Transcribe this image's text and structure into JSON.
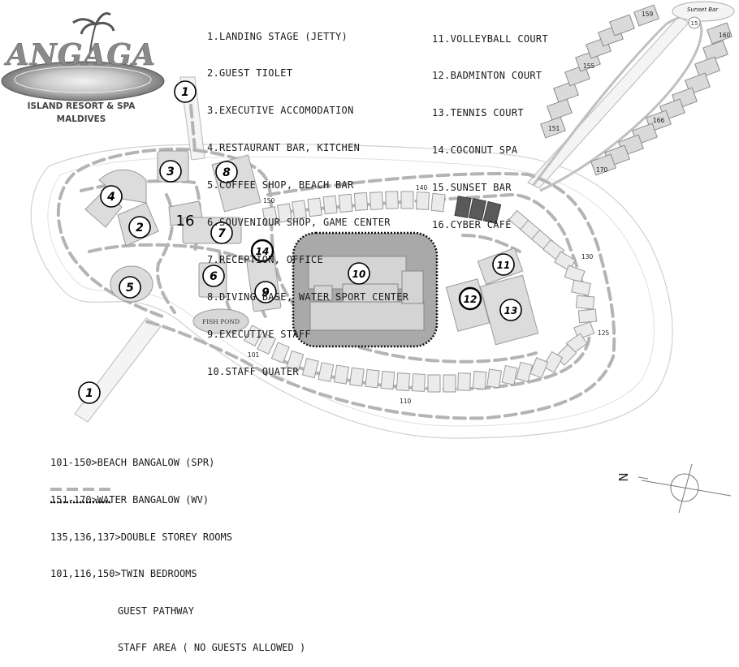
{
  "resort": {
    "logo_text": "ANGAGA",
    "name": "ISLAND RESORT & SPA",
    "country": "MALDIVES"
  },
  "legend_left": [
    "1.LANDING STAGE (JETTY)",
    "2.GUEST TIOLET",
    "3.EXECUTIVE ACCOMODATION",
    "4.RESTAURANT BAR, KITCHEN",
    "5.COFFEE SHOP, BEACH BAR",
    "6.SOUVENIOUR SHOP, GAME CENTER",
    "7.RECEPTION, OFFICE",
    "8.DIVING BASE, WATER SPORT CENTER",
    "9.EXECUTIVE STAFF",
    "10.STAFF QUATER"
  ],
  "legend_right": [
    "11.VOLLEYBALL COURT",
    "12.BADMINTON COURT",
    "13.TENNIS COURT",
    "14.COCONUT SPA",
    "15.SUNSET BAR",
    "16.CYBER CAFÉ"
  ],
  "bottom_legend": {
    "beach": "101-150>BEACH BANGALOW (SPR)",
    "water": "151-170>WATER BANGALOW (WV)",
    "double": "135,136,137>DOUBLE STOREY ROOMS",
    "twin": "101,116,150>TWIN BEDROOMS",
    "pathway": "GUEST PATHWAY",
    "staff": "STAFF AREA ( NO GUESTS ALLOWED )"
  },
  "map_labels": {
    "fish_pond": "FISH POND",
    "sunset_bar": "Sunset Bar",
    "sunset_bar_num": "15",
    "north": "N"
  },
  "room_numbers": {
    "r101": "101",
    "r110": "110",
    "r125": "125",
    "r130": "130",
    "r140": "140",
    "r150": "150",
    "r151": "151",
    "r155": "155",
    "r159": "159",
    "r160": "160",
    "r166": "166",
    "r170": "170"
  },
  "markers": {
    "m1a": "1",
    "m1b": "1",
    "m2": "2",
    "m3": "3",
    "m4": "4",
    "m5": "5",
    "m6": "6",
    "m7": "7",
    "m8": "8",
    "m9": "9",
    "m10": "10",
    "m11": "11",
    "m12": "12",
    "m13": "13",
    "m14": "14",
    "m16": "16"
  },
  "colors": {
    "path": "#b4b4b4",
    "building": "#dcdcdc",
    "building_stroke": "#9a9a9a",
    "staff_area": "#a9a9a9",
    "double_storey": "#5a5a5a",
    "logo_ellipse": "#8c8c8c"
  }
}
